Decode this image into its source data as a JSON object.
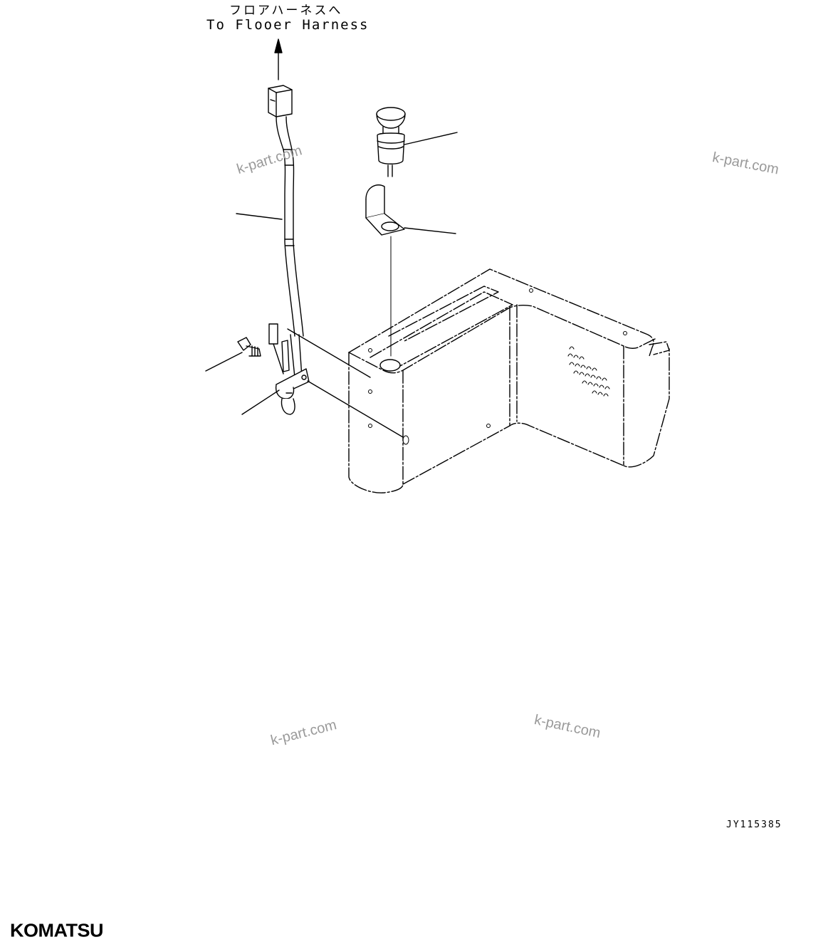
{
  "labels": {
    "harness_jp": "フロアハーネスへ",
    "harness_en": "To Flooer Harness",
    "drawing_number": "JY115385"
  },
  "watermarks": [
    "k-part.com",
    "k-part.com",
    "k-part.com",
    "k-part.com"
  ],
  "brand": {
    "logo_text": "KOMATSU"
  },
  "colors": {
    "line": "#000000",
    "watermark": "#9a9a9a",
    "background": "#ffffff"
  }
}
